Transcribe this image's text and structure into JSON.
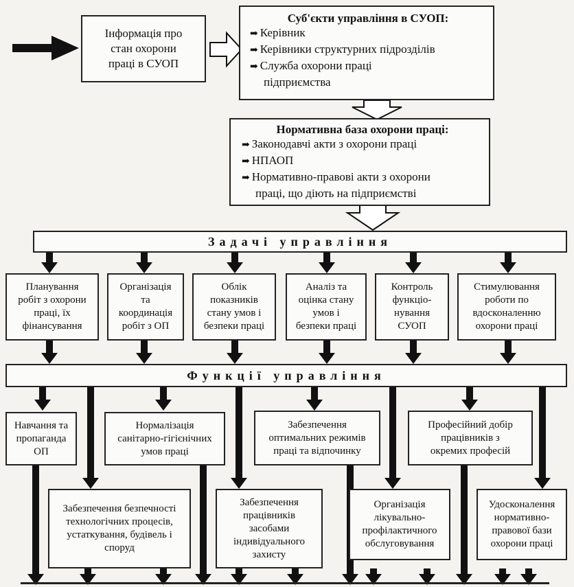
{
  "info_box": {
    "lines": [
      "Інформація про",
      "стан охорони",
      "праці в СУОП"
    ]
  },
  "subjects": {
    "title": "Суб'єкти управління в СУОП:",
    "items": [
      "Керівник",
      "Керівники структурних підрозділів",
      "Служба охорони праці"
    ],
    "item_cont": "підприємства"
  },
  "normative": {
    "title": "Нормативна база охорони праці:",
    "items": [
      "Законодавчі акти з охорони праці",
      "НПАОП",
      "Нормативно-правові акти з охорони"
    ],
    "item_cont": "праці, що діють на підприємстві"
  },
  "tasks_banner": "Задачі управління",
  "tasks": [
    [
      "Планування",
      "робіт з охорони",
      "праці, їх",
      "фінансування"
    ],
    [
      "Організація",
      "та",
      "координація",
      "робіт з ОП"
    ],
    [
      "Облік",
      "показників",
      "стану умов і",
      "безпеки праці"
    ],
    [
      "Аналіз та",
      "оцінка стану",
      "умов і",
      "безпеки праці"
    ],
    [
      "Контроль",
      "функціо-",
      "нування",
      "СУОП"
    ],
    [
      "Стимулювання",
      "роботи по",
      "вдосконаленню",
      "охорони праці"
    ]
  ],
  "functions_banner": "Функції управління",
  "functions_top": [
    [
      "Навчання та",
      "пропаганда",
      "ОП"
    ],
    [
      "Нормалізація",
      "санітарно-гігієнічних",
      "умов праці"
    ],
    [
      "Забезпечення",
      "оптимальних режимів",
      "праці та відпочинку"
    ],
    [
      "Професійний добір",
      "працівників з",
      "окремих професій"
    ]
  ],
  "functions_bottom": [
    [
      "Забезпечення безпечності",
      "технологічних процесів,",
      "устаткування, будівель і",
      "споруд"
    ],
    [
      "Забезпечення",
      "працівників",
      "засобами",
      "індивідуального",
      "захисту"
    ],
    [
      "Організація",
      "лікувально-",
      "профілактичного",
      "обслуговування"
    ],
    [
      "Удосконалення",
      "нормативно-",
      "правової бази",
      "охорони праці"
    ]
  ],
  "colors": {
    "ink": "#111111",
    "paper": "#f4f3ef",
    "box": "#fbfbf9"
  }
}
